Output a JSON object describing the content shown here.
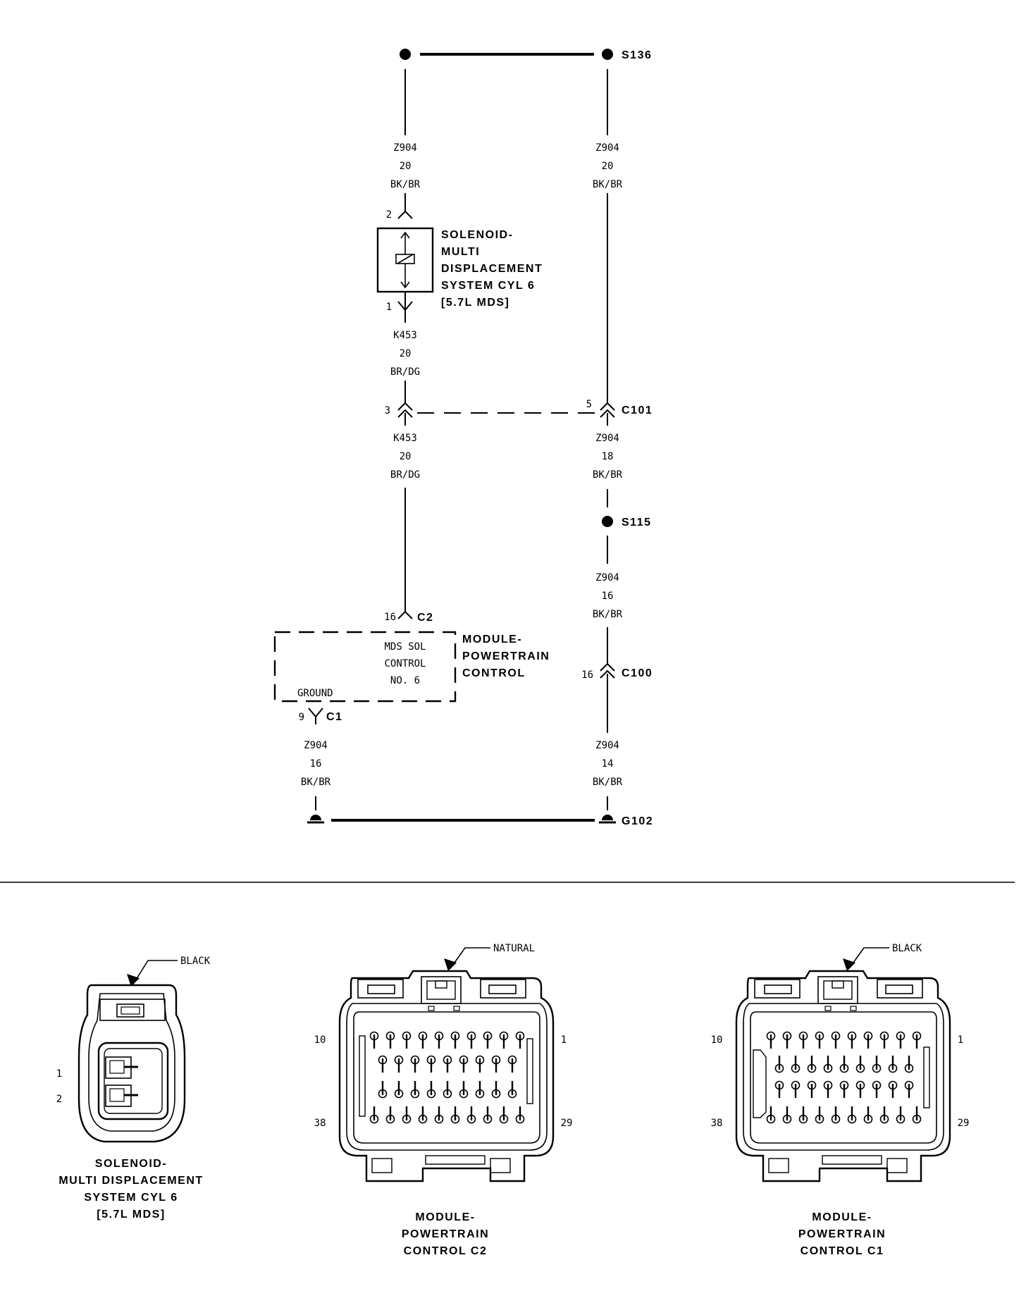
{
  "splices": {
    "s136": "S136",
    "s115": "S115",
    "g102": "G102"
  },
  "connectors": {
    "c101": "C101",
    "c100": "C100",
    "c2": "C2",
    "c1": "C1"
  },
  "wires": {
    "left_top": {
      "circuit": "Z904",
      "gauge": "20",
      "color": "BK/BR"
    },
    "right_top": {
      "circuit": "Z904",
      "gauge": "20",
      "color": "BK/BR"
    },
    "left_mid1": {
      "circuit": "K453",
      "gauge": "20",
      "color": "BR/DG"
    },
    "left_mid2": {
      "circuit": "K453",
      "gauge": "20",
      "color": "BR/DG"
    },
    "right_mid1": {
      "circuit": "Z904",
      "gauge": "18",
      "color": "BK/BR"
    },
    "right_mid2": {
      "circuit": "Z904",
      "gauge": "16",
      "color": "BK/BR"
    },
    "left_bottom": {
      "circuit": "Z904",
      "gauge": "16",
      "color": "BK/BR"
    },
    "right_bottom": {
      "circuit": "Z904",
      "gauge": "14",
      "color": "BK/BR"
    }
  },
  "pins": {
    "sol_top": "2",
    "sol_bottom": "1",
    "c101_left": "3",
    "c101_right": "5",
    "c2": "16",
    "c1": "9",
    "c100": "16"
  },
  "solenoid": {
    "line1": "SOLENOID-",
    "line2": "MULTI",
    "line3": "DISPLACEMENT",
    "line4": "SYSTEM CYL 6",
    "line5": "[5.7L MDS]"
  },
  "pcm": {
    "label1": "MODULE-",
    "label2": "POWERTRAIN",
    "label3": "CONTROL",
    "internal1": "MDS SOL",
    "internal2": "CONTROL",
    "internal3": "NO. 6",
    "ground": "GROUND"
  },
  "connector_views": {
    "sol": {
      "color": "BLACK",
      "pin1": "1",
      "pin2": "2",
      "title1": "SOLENOID-",
      "title2": "MULTI DISPLACEMENT",
      "title3": "SYSTEM CYL 6",
      "title4": "[5.7L MDS]"
    },
    "c2": {
      "color": "NATURAL",
      "pin10": "10",
      "pin1": "1",
      "pin38": "38",
      "pin29": "29",
      "title1": "MODULE-",
      "title2": "POWERTRAIN",
      "title3": "CONTROL C2"
    },
    "c1": {
      "color": "BLACK",
      "pin10": "10",
      "pin1": "1",
      "pin38": "38",
      "pin29": "29",
      "title1": "MODULE-",
      "title2": "POWERTRAIN",
      "title3": "CONTROL C1"
    }
  }
}
